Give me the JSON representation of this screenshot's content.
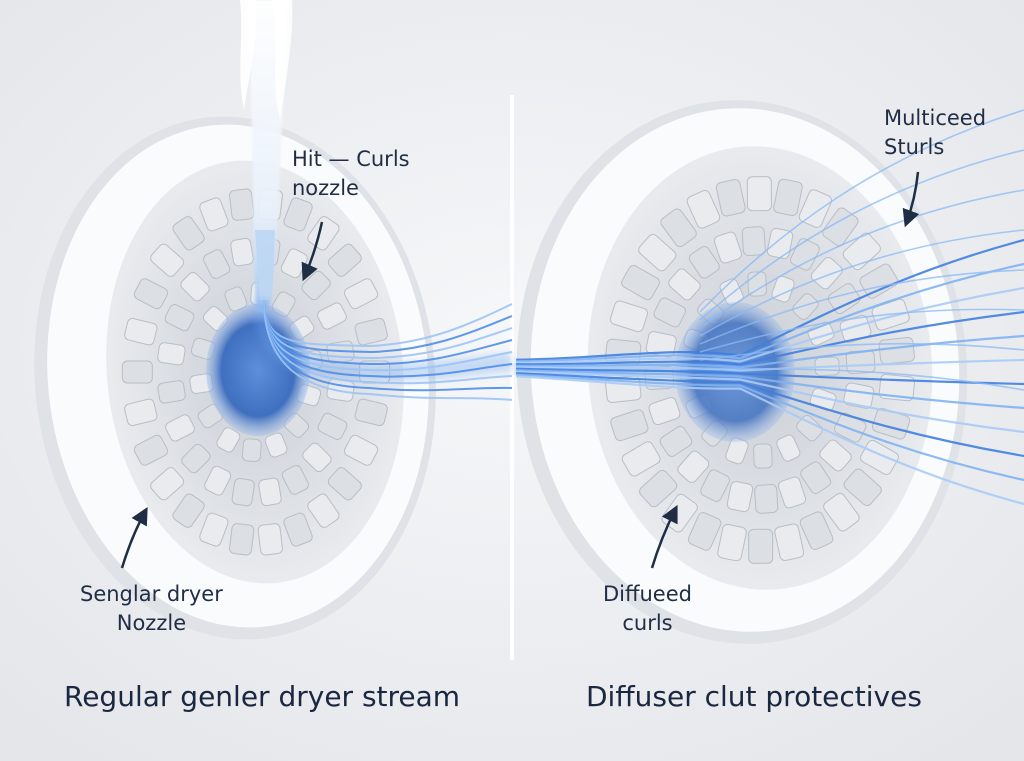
{
  "left_panel": {
    "callout_top": {
      "line1": "Hit — Curls",
      "line2": "nozzle"
    },
    "callout_bottom": {
      "line1": "Senglar dryer",
      "line2": "Nozzle"
    },
    "caption": "Regular genler dryer stream"
  },
  "right_panel": {
    "callout_top": {
      "line1": "Multiceed",
      "line2": "Sturls"
    },
    "callout_bottom": {
      "line1": "Diffueed",
      "line2": "curls"
    },
    "caption": "Diffuser clut protectives"
  },
  "colors": {
    "background": "#eef0f3",
    "label_text": "#1f2d45",
    "stream_blue": "#4f8ee8",
    "housing_white": "#fafbfc",
    "fin_gray": "#d9dce1"
  },
  "icons": [
    "dryer-nozzle-icon",
    "diffuser-icon",
    "airflow-stream-icon",
    "arrow-icon"
  ]
}
